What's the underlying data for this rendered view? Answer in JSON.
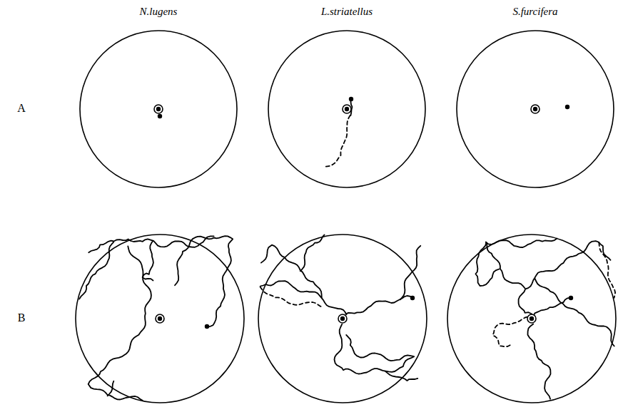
{
  "diagram": {
    "labels": [
      "N.lugens",
      "L.striatellus",
      "S.furcifera",
      "A",
      "B"
    ]
  }
}
